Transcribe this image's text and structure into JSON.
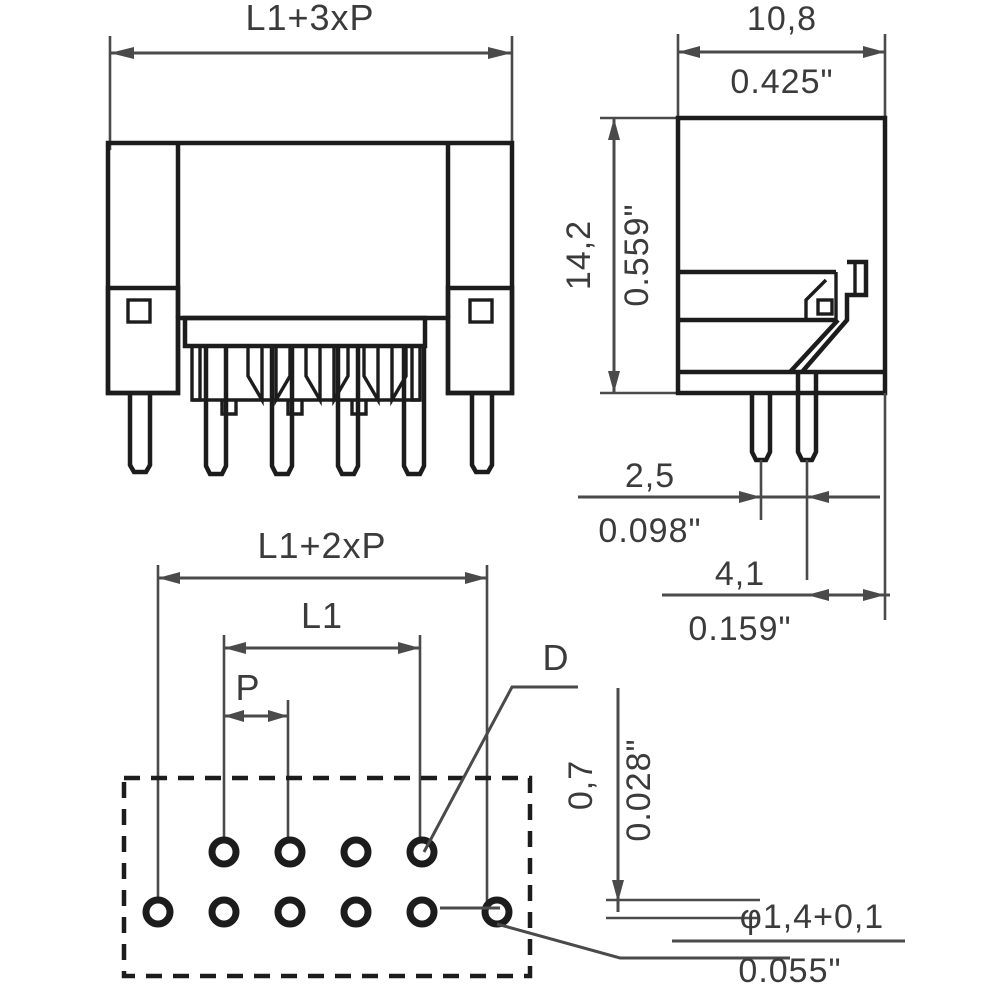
{
  "drawing": {
    "title": "Connector dimensional drawing",
    "views": {
      "front": {
        "name": "front-view"
      },
      "side": {
        "name": "side-view"
      },
      "pcb": {
        "name": "pcb-layout-view"
      }
    }
  },
  "dimensions": {
    "front_overall": {
      "label": "L1+3xP"
    },
    "side_width": {
      "metric": "10,8",
      "imperial": "0.425\""
    },
    "side_height": {
      "metric": "14,2",
      "imperial": "0.559\""
    },
    "pin_offset": {
      "metric": "2,5",
      "imperial": "0.098\""
    },
    "pin_spacing": {
      "metric": "4,1",
      "imperial": "0.159\""
    },
    "pcb_overall": {
      "label": "L1+2xP"
    },
    "pcb_inner": {
      "label": "L1"
    },
    "pitch": {
      "label": "P"
    },
    "row_gap": {
      "metric": "0,7",
      "imperial": "0.028\""
    },
    "hole_diameter": {
      "metric": "φ1,4+0,1",
      "imperial": "0.055\""
    },
    "detail_callout": {
      "label": "D"
    }
  },
  "pcb_layout": {
    "top_row_holes": 4,
    "bottom_row_holes": 6,
    "outline_style": "dashed"
  },
  "colors": {
    "line": "#1c1c1c",
    "dimension": "#4a4a4a",
    "text": "#3b3b3b",
    "background": "#ffffff"
  }
}
